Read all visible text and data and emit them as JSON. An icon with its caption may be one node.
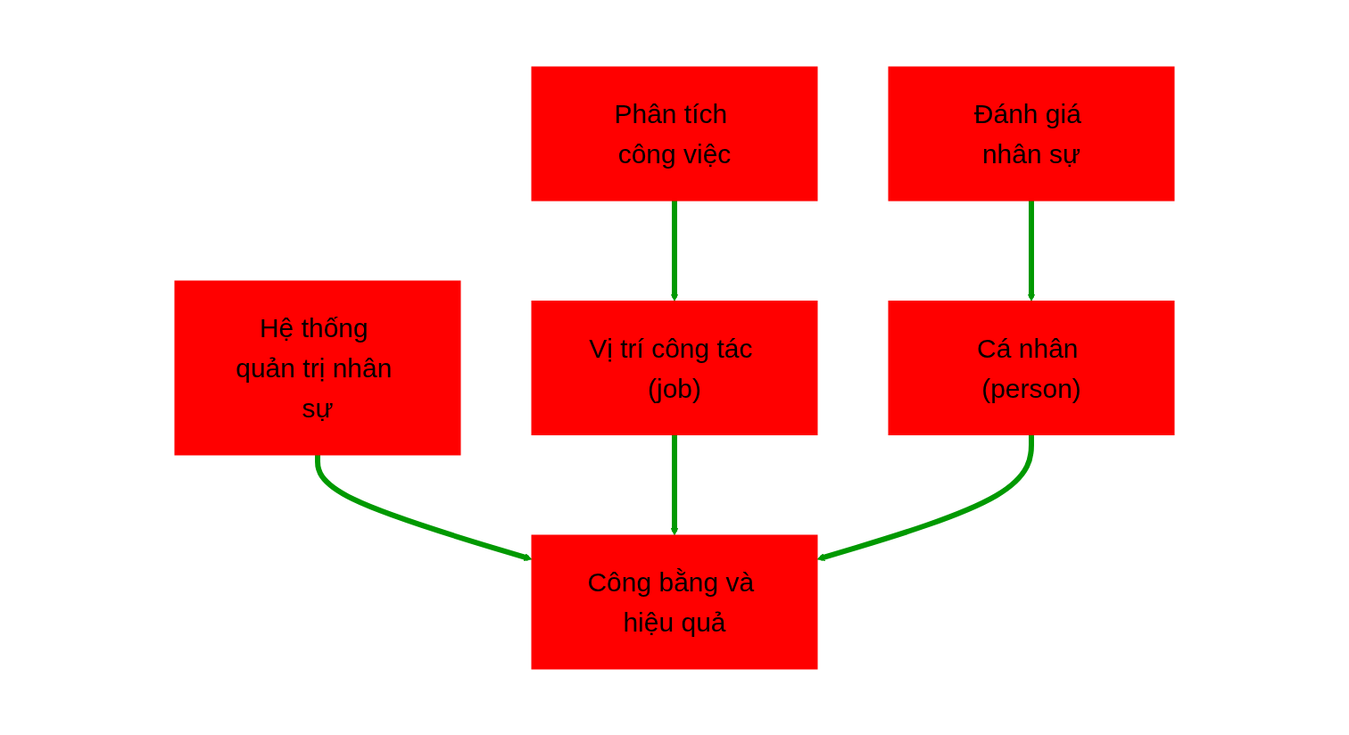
{
  "diagram": {
    "nodes": [
      {
        "text": [
          "Hệ thống quản trị nhân sự"
        ]
      },
      {
        "text": [
          "Công bằng và hiệu quả"
        ]
      },
      {
        "text": [
          "Vị trí công tác (job)"
        ]
      },
      {
        "text": [
          "Cá nhân (person)"
        ]
      },
      {
        "text": [
          "Phân tích công việc"
        ]
      },
      {
        "text": [
          "Đánh giá nhân sự"
        ]
      }
    ],
    "edges": [
      {
        "from": 0,
        "to": 1,
        "arrow": "to"
      },
      {
        "from": 2,
        "to": 1,
        "arrow": "to"
      },
      {
        "from": 3,
        "to": 1,
        "arrow": "to"
      },
      {
        "from": 4,
        "to": 2,
        "arrow": "to"
      },
      {
        "from": 5,
        "to": 3,
        "arrow": "to"
      }
    ]
  }
}
